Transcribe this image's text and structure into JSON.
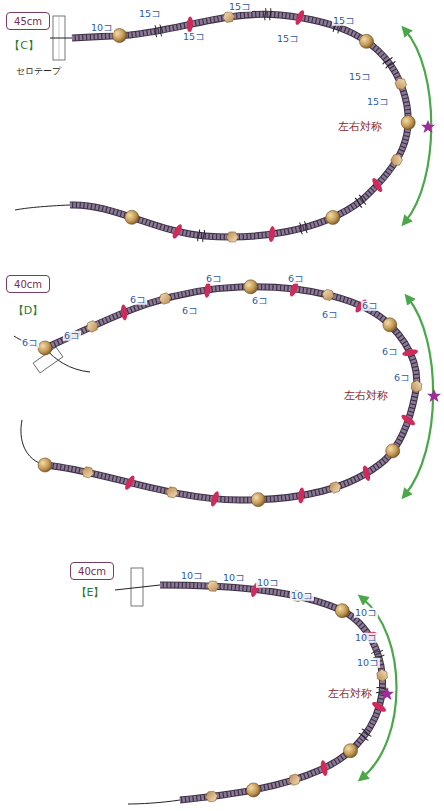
{
  "diagram": {
    "nodes": [
      {
        "text": [
          "45cm"
        ]
      },
      {
        "text": [
          "40cm"
        ]
      },
      {
        "text": [
          "40cm"
        ]
      }
    ],
    "labels": [
      "【C】",
      "セロテープ",
      "10コ",
      "15コ",
      "15コ",
      "15コ",
      "15コ",
      "15コ",
      "15コ",
      "15コ",
      "左右対称",
      "【D】",
      "6コ",
      "6コ",
      "6コ",
      "6コ",
      "6コ",
      "6コ",
      "6コ",
      "6コ",
      "6コ",
      "6コ",
      "6コ",
      "左右対称",
      "【E】",
      "10コ",
      "10コ",
      "10コ",
      "10コ",
      "10コ",
      "10コ",
      "10コ",
      "左右対称"
    ]
  }
}
